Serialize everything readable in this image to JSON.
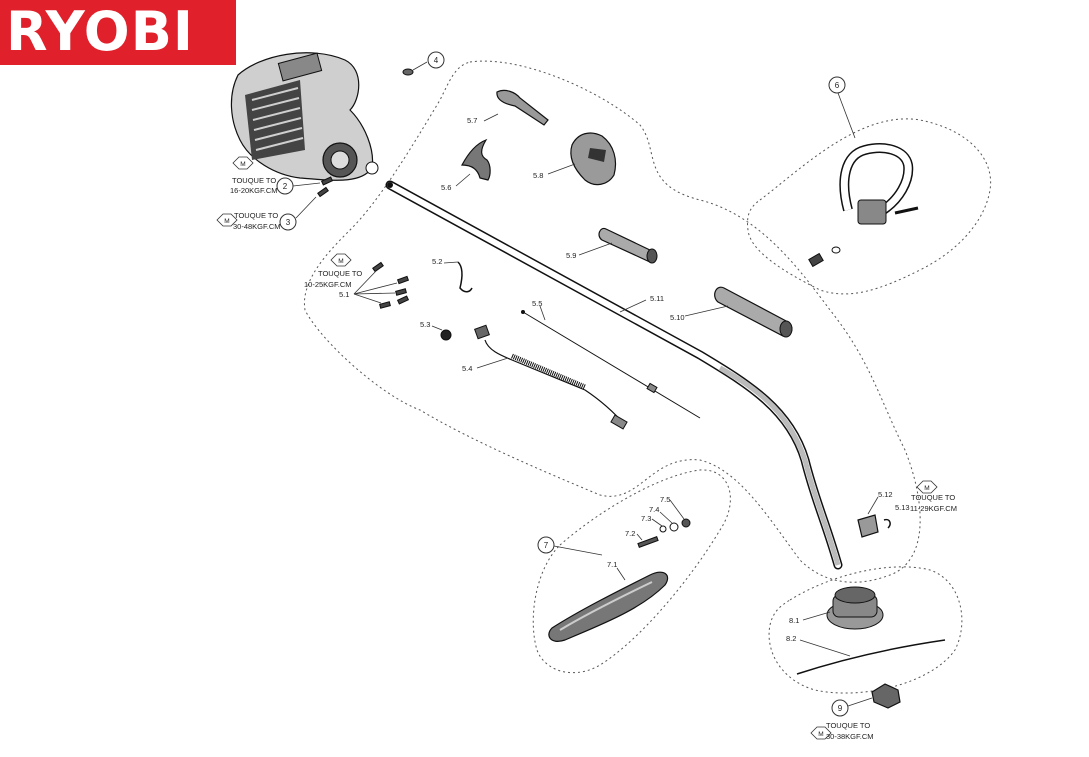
{
  "brand": {
    "logo_text": "RYOBI",
    "color": "#e0202a"
  },
  "callouts": {
    "c2": "2",
    "c3": "3",
    "c4": "4",
    "c6": "6",
    "c7": "7",
    "c9": "9"
  },
  "labels": {
    "l5_1": "5.1",
    "l5_2": "5.2",
    "l5_3": "5.3",
    "l5_4": "5.4",
    "l5_5": "5.5",
    "l5_6": "5.6",
    "l5_7": "5.7",
    "l5_8": "5.8",
    "l5_9": "5.9",
    "l5_10": "5.10",
    "l5_11": "5.11",
    "l5_12": "5.12",
    "l5_13": "5.13",
    "l7_1": "7.1",
    "l7_2": "7.2",
    "l7_3": "7.3",
    "l7_4": "7.4",
    "l7_5": "7.5",
    "l8_1": "8.1",
    "l8_2": "8.2"
  },
  "torque_notes": {
    "m_symbol": "M",
    "n2_line1": "TOUQUE TO",
    "n2_line2": "16-20KGF.CM",
    "n3_line1": "TOUQUE TO",
    "n3_line2": "30-48KGF.CM",
    "n51_line1": "TOUQUE TO",
    "n51_line2": "10-25KGF.CM",
    "n513_line1": "TOUQUE TO",
    "n513_line2": "11-29KGF.CM",
    "n9_line1": "TOUQUE TO",
    "n9_line2": "30-38KGF.CM"
  }
}
